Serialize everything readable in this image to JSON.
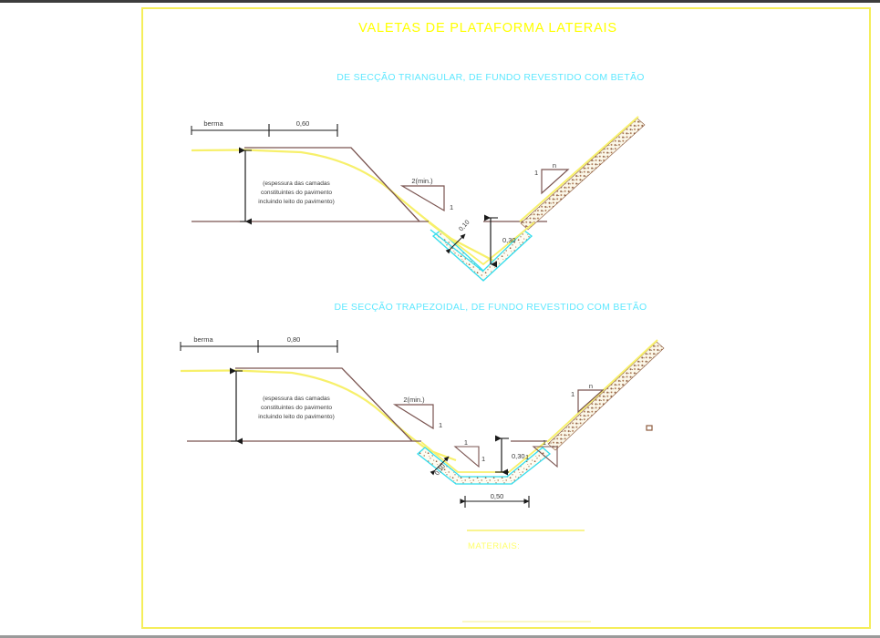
{
  "document": {
    "title": "VALETAS DE PLATAFORMA LATERAIS",
    "title_color": "#ffff00",
    "subtitle_color": "#5fe8ff",
    "border_color": "#f5ee5a",
    "background": "#ffffff"
  },
  "sections": [
    {
      "id": "triangular",
      "subtitle": "DE SECÇÃO TRIANGULAR, DE FUNDO REVESTIDO COM BETÃO",
      "labels": {
        "berma": "berma",
        "berma_width": "0,60",
        "pavement_note": "(espessura das camadas constituintes do pavimento incluindo leito do pavimento)",
        "slope_ratio_top": "2(min.)",
        "slope_ratio_side": "1",
        "embankment_n": "n",
        "embankment_one": "1",
        "depth": "0,30",
        "lining_thickness": "0,10"
      }
    },
    {
      "id": "trapezoidal",
      "subtitle": "DE SECÇÃO TRAPEZOIDAL, DE FUNDO REVESTIDO COM BETÃO",
      "labels": {
        "berma": "berma",
        "berma_width": "0,80",
        "pavement_note": "(espessura das camadas constituintes do pavimento incluindo leito do pavimento)",
        "slope_ratio_top": "2(min.)",
        "slope_ratio_side": "1",
        "embankment_n": "n",
        "embankment_one": "1",
        "depth": "0,30",
        "bottom_width": "0,50",
        "lining_thickness": "0,10",
        "inner_slope_left_top": "1",
        "inner_slope_left_side": "1",
        "inner_slope_right_top": "1",
        "inner_slope_right_side": "1"
      }
    }
  ],
  "footer": {
    "materials_label": "MATERIAIS:"
  },
  "colors": {
    "pavement_line": "#f7f06b",
    "subgrade_line": "#7a5450",
    "concrete_outline": "#33ddee",
    "dimension_line": "#1a1a1a",
    "text_dark": "#3a3a3a",
    "hatch_fill": "#9b6a4a"
  }
}
